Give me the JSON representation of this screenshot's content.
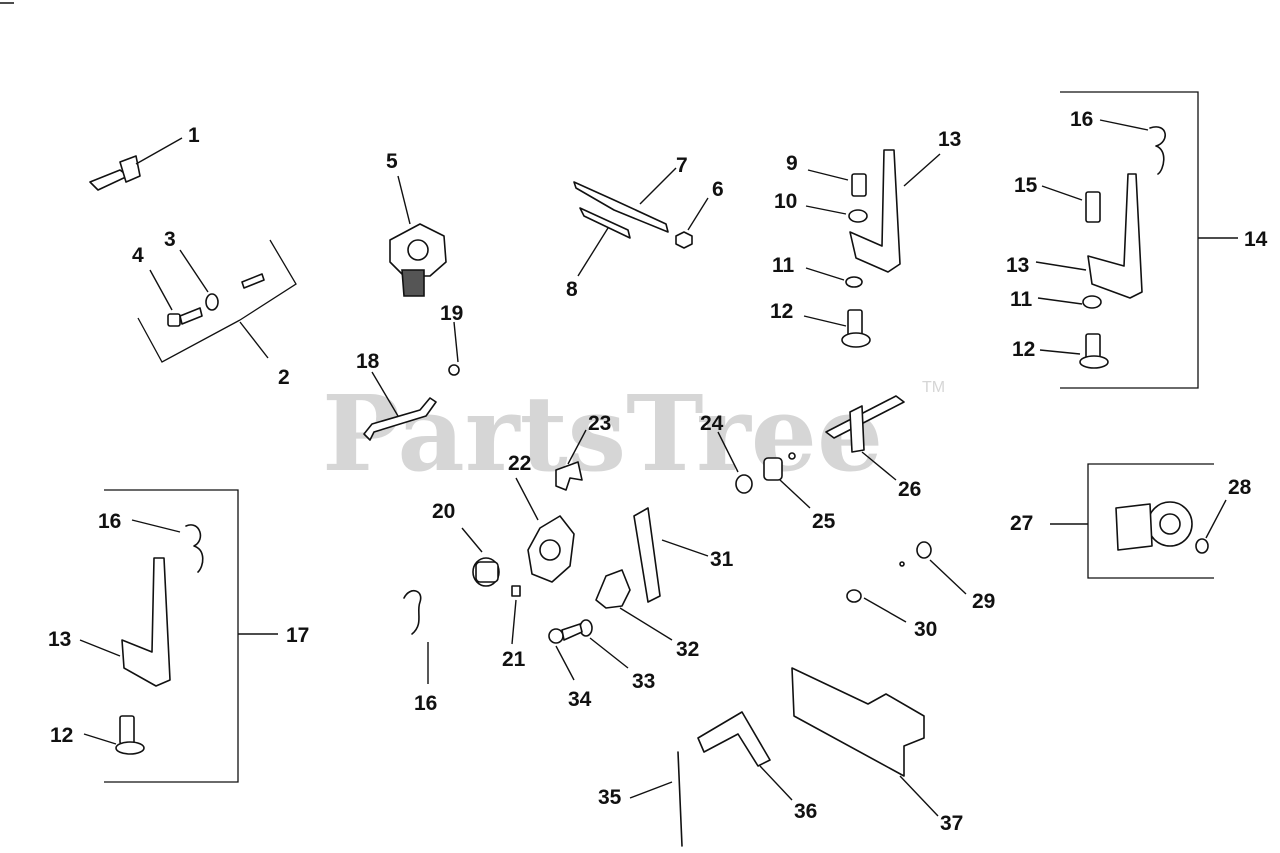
{
  "watermark": {
    "text": "PartsTree",
    "trademark": "TM"
  },
  "callouts": [
    {
      "id": "c1",
      "text": "1"
    },
    {
      "id": "c2",
      "text": "2"
    },
    {
      "id": "c3",
      "text": "3"
    },
    {
      "id": "c4",
      "text": "4"
    },
    {
      "id": "c5",
      "text": "5"
    },
    {
      "id": "c6",
      "text": "6"
    },
    {
      "id": "c7",
      "text": "7"
    },
    {
      "id": "c8",
      "text": "8"
    },
    {
      "id": "c9",
      "text": "9"
    },
    {
      "id": "c10",
      "text": "10"
    },
    {
      "id": "c11a",
      "text": "11"
    },
    {
      "id": "c12a",
      "text": "12"
    },
    {
      "id": "c13a",
      "text": "13"
    },
    {
      "id": "c14",
      "text": "14"
    },
    {
      "id": "c15",
      "text": "15"
    },
    {
      "id": "c16a",
      "text": "16"
    },
    {
      "id": "c13b",
      "text": "13"
    },
    {
      "id": "c11b",
      "text": "11"
    },
    {
      "id": "c12b",
      "text": "12"
    },
    {
      "id": "c19",
      "text": "19"
    },
    {
      "id": "c18",
      "text": "18"
    },
    {
      "id": "c23",
      "text": "23"
    },
    {
      "id": "c22",
      "text": "22"
    },
    {
      "id": "c24",
      "text": "24"
    },
    {
      "id": "c26",
      "text": "26"
    },
    {
      "id": "c25",
      "text": "25"
    },
    {
      "id": "c20",
      "text": "20"
    },
    {
      "id": "c16b",
      "text": "16"
    },
    {
      "id": "c17",
      "text": "17"
    },
    {
      "id": "c13c",
      "text": "13"
    },
    {
      "id": "c12c",
      "text": "12"
    },
    {
      "id": "c31",
      "text": "31"
    },
    {
      "id": "c21",
      "text": "21"
    },
    {
      "id": "c32",
      "text": "32"
    },
    {
      "id": "c33",
      "text": "33"
    },
    {
      "id": "c34",
      "text": "34"
    },
    {
      "id": "c16c",
      "text": "16"
    },
    {
      "id": "c27",
      "text": "27"
    },
    {
      "id": "c28",
      "text": "28"
    },
    {
      "id": "c29",
      "text": "29"
    },
    {
      "id": "c30",
      "text": "30"
    },
    {
      "id": "c35",
      "text": "35"
    },
    {
      "id": "c36",
      "text": "36"
    },
    {
      "id": "c37",
      "text": "37"
    }
  ]
}
